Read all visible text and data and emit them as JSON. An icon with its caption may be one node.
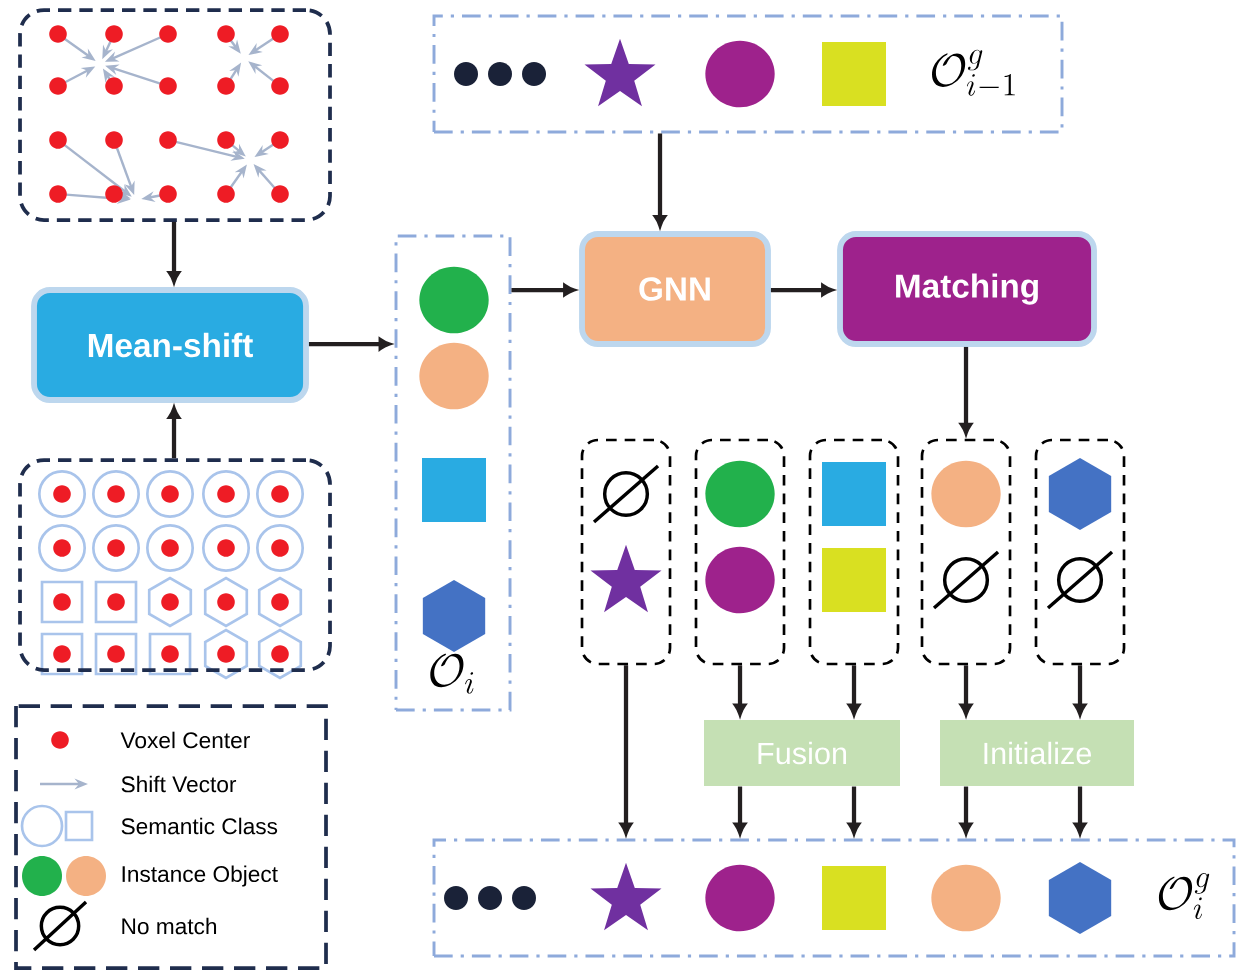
{
  "diagram": {
    "nodes": [
      {
        "text": [],
        "shape": "box"
      },
      {
        "text": [
          "Mean-shift"
        ]
      },
      {
        "text": [],
        "shape": "box"
      },
      {
        "text": [
          "\\mathcal{O}_i"
        ]
      },
      {
        "text": [
          "\\mathcal{O}^g_{i-1}"
        ]
      },
      {
        "text": [
          "GNN"
        ]
      },
      {
        "text": [
          "Matching"
        ]
      },
      {
        "text": [],
        "shape": "box"
      },
      {
        "text": [],
        "shape": "box"
      },
      {
        "text": [],
        "shape": "box"
      },
      {
        "text": [],
        "shape": "box"
      },
      {
        "text": [],
        "shape": "box"
      },
      {
        "text": [
          "Fusion"
        ]
      },
      {
        "text": [
          "Initialize"
        ]
      },
      {
        "text": [
          "\\mathcal{O}^g_i"
        ]
      }
    ],
    "edges": [
      {
        "from": 0,
        "to": 1,
        "arrow": "to"
      },
      {
        "from": 2,
        "to": 1,
        "arrow": "to"
      },
      {
        "from": 1,
        "to": 3,
        "arrow": "to"
      },
      {
        "from": 3,
        "to": 5,
        "arrow": "to"
      },
      {
        "from": 4,
        "to": 5,
        "arrow": "to"
      },
      {
        "from": 5,
        "to": 6,
        "arrow": "to"
      },
      {
        "from": 6,
        "to": 10,
        "arrow": "to"
      },
      {
        "from": 7,
        "to": 14,
        "arrow": "to"
      },
      {
        "from": 8,
        "to": 12,
        "arrow": "to"
      },
      {
        "from": 9,
        "to": 12,
        "arrow": "to"
      },
      {
        "from": 10,
        "to": 13,
        "arrow": "to"
      },
      {
        "from": 11,
        "to": 13,
        "arrow": "to"
      },
      {
        "from": 12,
        "to": 14,
        "arrow": "to"
      },
      {
        "from": 12,
        "to": 14,
        "arrow": "to"
      },
      {
        "from": 13,
        "to": 14,
        "arrow": "to"
      },
      {
        "from": 13,
        "to": 14,
        "arrow": "to"
      }
    ],
    "legend": [
      {
        "text": "Voxel Center"
      },
      {
        "text": "Shift Vector"
      },
      {
        "text": "Semantic Class"
      },
      {
        "text": "Instance Object"
      },
      {
        "text": "No match"
      }
    ]
  }
}
